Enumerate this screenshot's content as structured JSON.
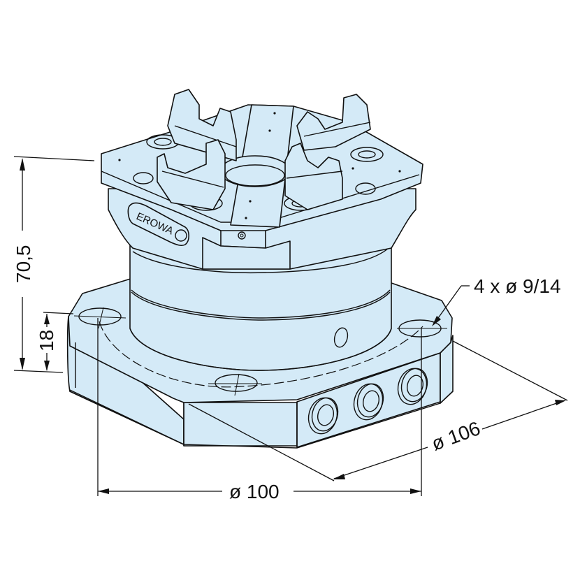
{
  "drawing": {
    "title": "",
    "product_brand": "EROWA",
    "fill_color": "#d4eaf7",
    "line_color": "#111111",
    "background": "#ffffff"
  },
  "dimensions": {
    "overall_height": "70,5",
    "base_height": "18",
    "holes": "4 x ø 9/14",
    "base_width_diagonal": "ø 106",
    "bolt_circle": "ø 100"
  }
}
